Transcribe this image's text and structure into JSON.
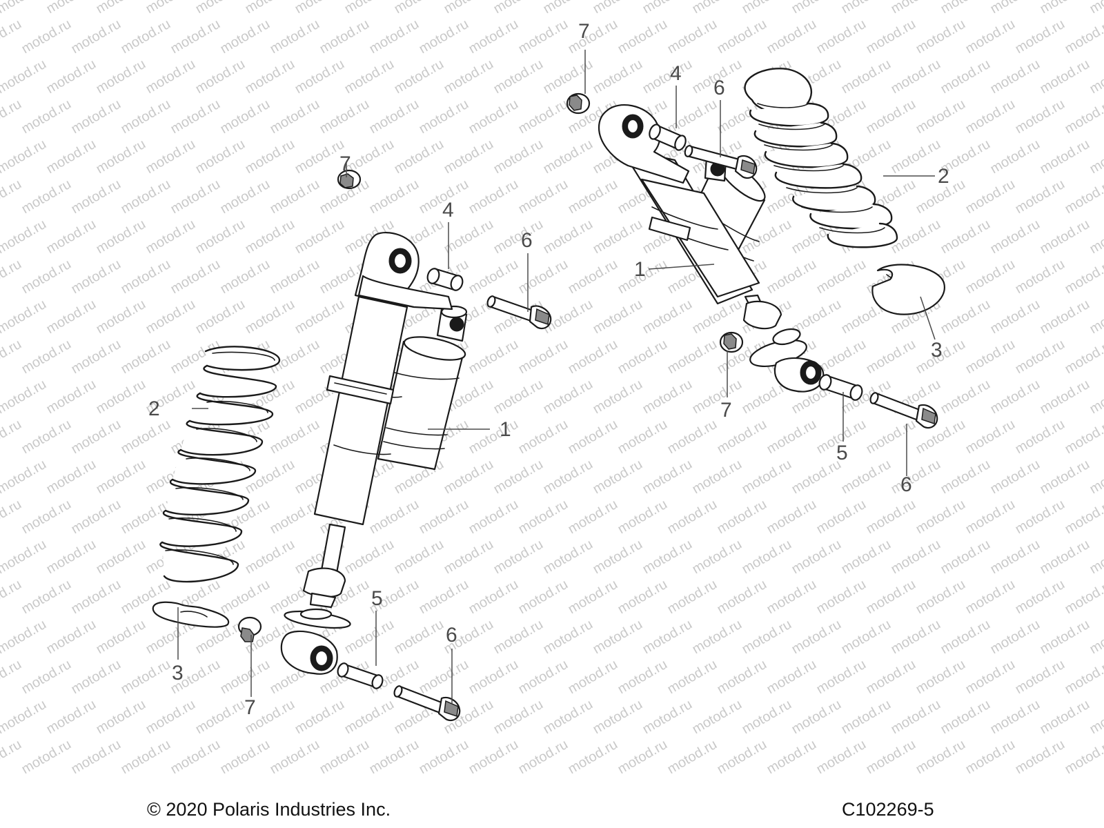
{
  "watermark": {
    "text": "motod.ru",
    "color": "#c9c9c9"
  },
  "footer": {
    "copyright": "© 2020 Polaris Industries Inc.",
    "diagram_id": "C102269-5"
  },
  "callouts": {
    "left_shock": "1",
    "left_spring": "2",
    "left_retainer": "3",
    "left_upper_sleeve": "4",
    "left_lower_sleeve": "5",
    "left_upper_bolt": "6",
    "left_lower_bolt": "6",
    "left_upper_nut": "7",
    "left_lower_nut": "7",
    "right_shock": "1",
    "right_spring": "2",
    "right_retainer": "3",
    "right_upper_sleeve": "4",
    "right_lower_sleeve": "5",
    "right_upper_bolt": "6",
    "right_lower_bolt": "6",
    "right_upper_nut": "7",
    "right_lower_nut": "7"
  }
}
